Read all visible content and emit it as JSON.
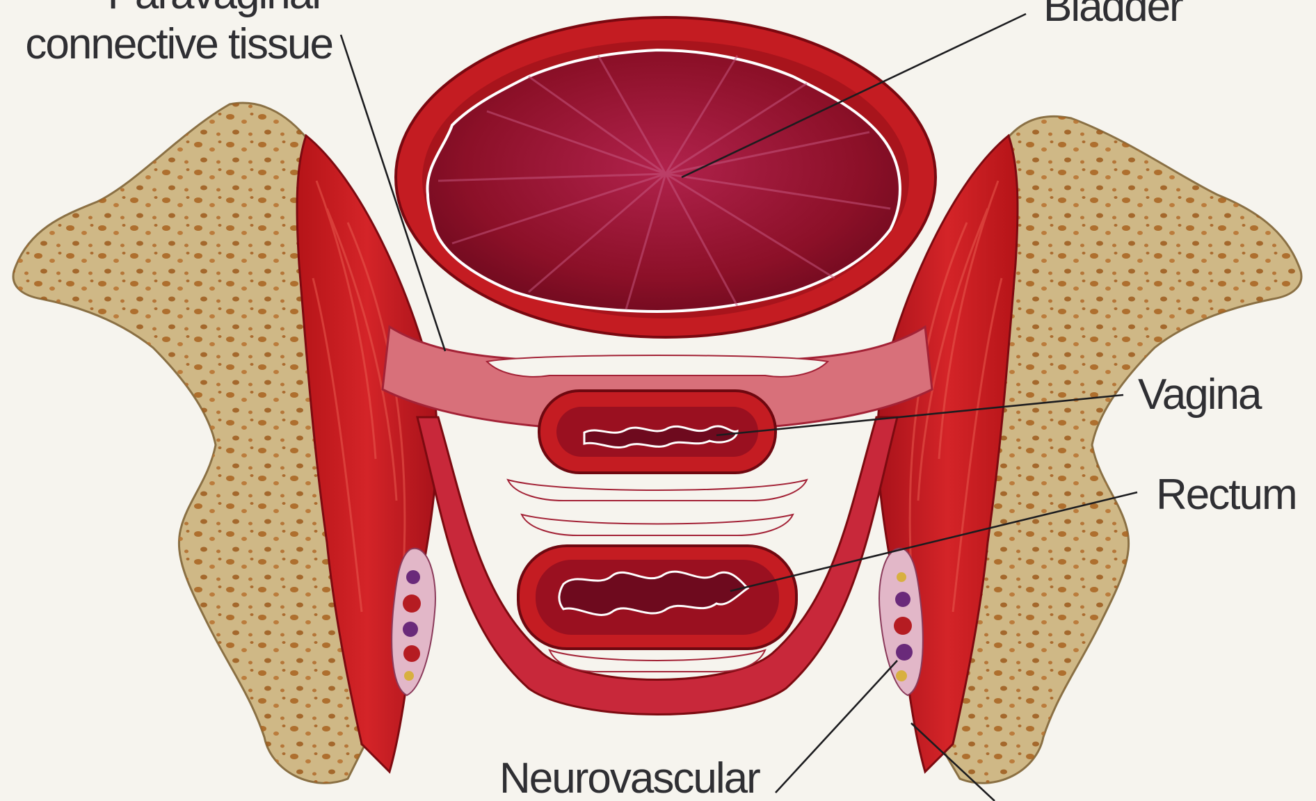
{
  "labels": {
    "paravaginal_line1": "Paravaginal",
    "paravaginal_line2": "connective tissue",
    "bladder": "Bladder",
    "vagina": "Vagina",
    "rectum": "Rectum",
    "neurovascular": "Neurovascular"
  },
  "colors": {
    "background": "#f6f4ee",
    "bone": "#cfb886",
    "bone_spot": "#b06a2a",
    "muscle": "#c61a1e",
    "bladder_lumen": "#8c1028",
    "fascia": "#d8707a",
    "label_text": "#2f2f33"
  }
}
